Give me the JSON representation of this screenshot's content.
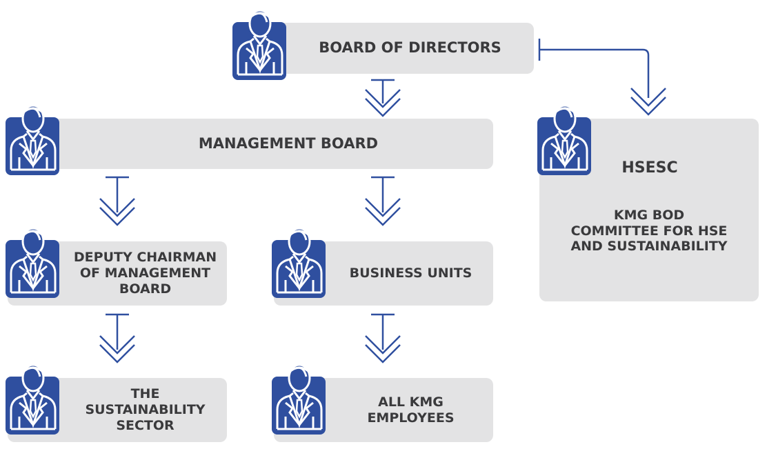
{
  "colors": {
    "accent": "#2f4f9f",
    "box": "#e3e3e4",
    "text": "#3a3a3c"
  },
  "icon_name": "person-icon",
  "nodes": {
    "board": {
      "line1": "BOARD OF DIRECTORS"
    },
    "management": {
      "line1": "MANAGEMENT BOARD"
    },
    "deputy": {
      "line1": "DEPUTY CHAIRMAN",
      "line2": "OF MANAGEMENT",
      "line3": "BOARD"
    },
    "business": {
      "line1": "BUSINESS UNITS"
    },
    "sustainability": {
      "line1": "THE",
      "line2": "SUSTAINABILITY",
      "line3": "SECTOR"
    },
    "employees": {
      "line1": "ALL KMG",
      "line2": "EMPLOYEES"
    },
    "hsesc": {
      "title": "HSESC",
      "line1": "KMG BOD",
      "line2": "COMMITTEE FOR HSE",
      "line3": "AND SUSTAINABILITY"
    }
  }
}
